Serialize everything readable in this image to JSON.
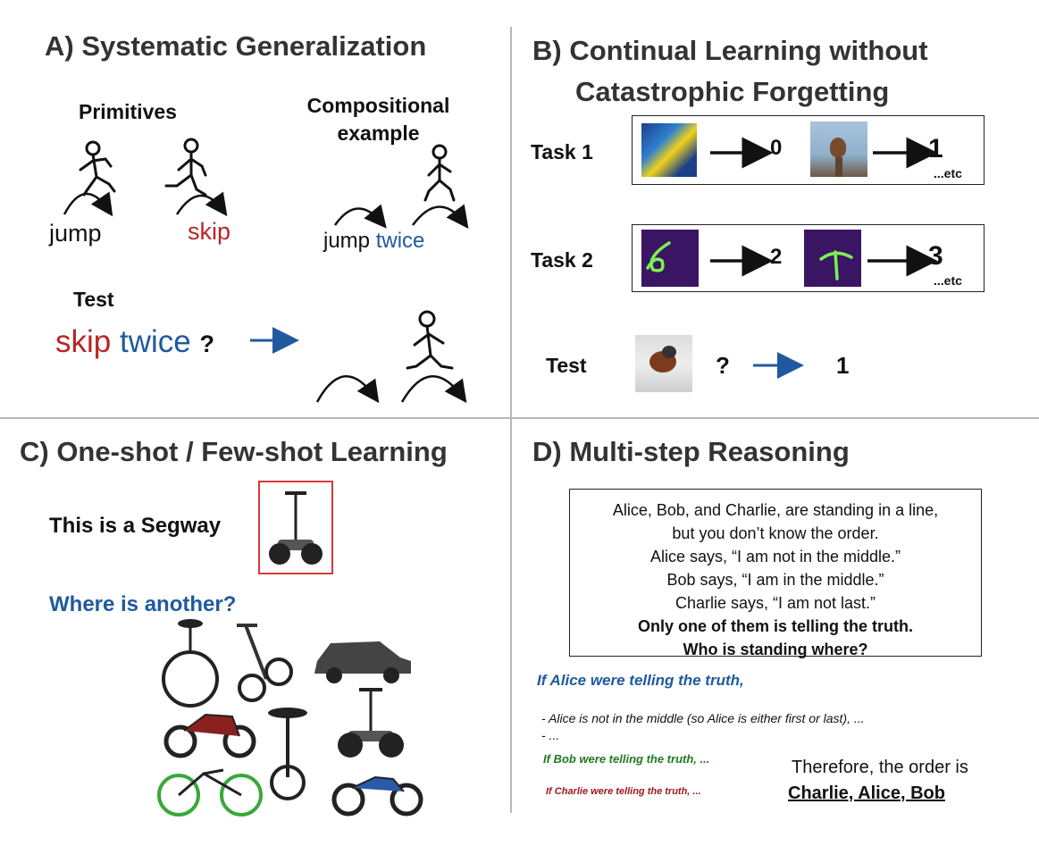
{
  "panelA": {
    "title": "A)  Systematic Generalization",
    "primitives_label": "Primitives",
    "compositional_label_line1": "Compositional",
    "compositional_label_line2": "example",
    "word_jump": "jump",
    "word_skip": "skip",
    "comp_jump": "jump",
    "comp_twice": "twice",
    "test_label": "Test",
    "test_skip": "skip",
    "test_twice": "twice",
    "test_q": "?"
  },
  "panelB": {
    "title_line1": "B)  Continual Learning without",
    "title_line2": "Catastrophic Forgetting",
    "task1_label": "Task 1",
    "task1_out1": "0",
    "task1_out2": "1",
    "task1_etc": "...etc",
    "task2_label": "Task 2",
    "task2_out1": "2",
    "task2_out2": "3",
    "task2_etc": "...etc",
    "test_label": "Test",
    "test_q": "?",
    "test_answer": "1"
  },
  "panelC": {
    "title": "C)  One-shot / Few-shot Learning",
    "segway_label": "This is a Segway",
    "question": "Where is another?"
  },
  "panelD": {
    "title": "D)  Multi-step Reasoning",
    "puzzle_lines": [
      "Alice, Bob, and Charlie, are standing in a line,",
      "but you don’t know the order.",
      "Alice says, “I am not in the middle.”",
      "Bob says, “I am in the middle.”",
      "Charlie says, “I am not last.”"
    ],
    "puzzle_bold_lines": [
      "Only one of them is telling the truth.",
      "Who is standing where?"
    ],
    "if_alice": "If Alice were telling the truth,",
    "alice_step1": "- Alice is not in the middle (so Alice is either first or last), ...",
    "alice_step2": "- ...",
    "if_bob": "If Bob were telling the truth, ...",
    "if_charlie": "If Charlie were telling the truth, ...",
    "therefore": "Therefore, the order is",
    "answer": "Charlie, Alice, Bob"
  },
  "colors": {
    "red": "#b82525",
    "blue": "#1f5aa0",
    "green": "#1f7a1f",
    "darkred": "#a01818",
    "title_gray": "#333333"
  }
}
